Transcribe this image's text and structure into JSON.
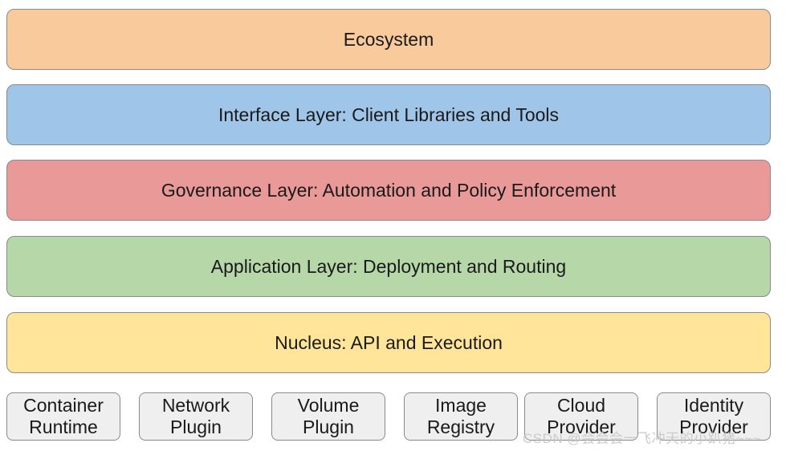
{
  "layers": {
    "ecosystem": "Ecosystem",
    "interface": "Interface Layer: Client Libraries and Tools",
    "governance": "Governance Layer: Automation and Policy Enforcement",
    "application": "Application Layer: Deployment and Routing",
    "nucleus": "Nucleus: API and Execution"
  },
  "plugins": [
    {
      "line1": "Container",
      "line2": "Runtime"
    },
    {
      "line1": "Network",
      "line2": "Plugin"
    },
    {
      "line1": "Volume",
      "line2": "Plugin"
    },
    {
      "line1": "Image",
      "line2": "Registry"
    },
    {
      "line1": "Cloud",
      "line2": "Provider"
    },
    {
      "line1": "Identity",
      "line2": "Provider"
    }
  ],
  "watermark": "CSDN @会会会一飞冲天的小趴猪~~~"
}
